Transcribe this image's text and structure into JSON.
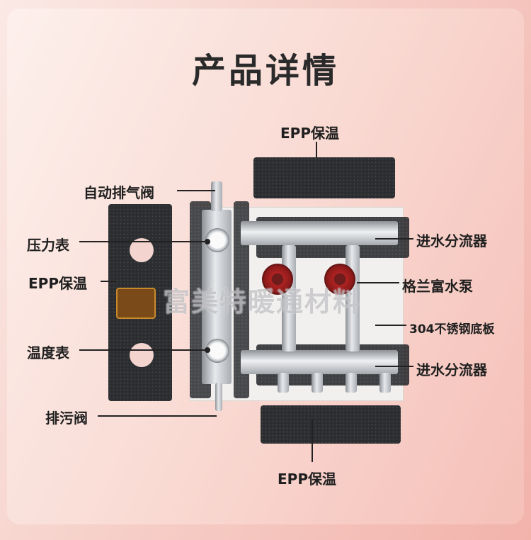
{
  "title": "产品详情",
  "labels": {
    "epp_top": "EPP保温",
    "air_valve": "自动排气阀",
    "pressure_gauge": "压力表",
    "epp_left": "EPP保温",
    "thermometer": "温度表",
    "drain_valve": "排污阀",
    "inlet_distributor_top": "进水分流器",
    "pump": "格兰富水泵",
    "base_plate": "304不锈钢底板",
    "inlet_distributor_bottom": "进水分流器",
    "epp_bottom": "EPP保温"
  },
  "watermark": "富美特暖通材料",
  "colors": {
    "accent": "#f2b3ab",
    "text": "#1f1f1f"
  }
}
